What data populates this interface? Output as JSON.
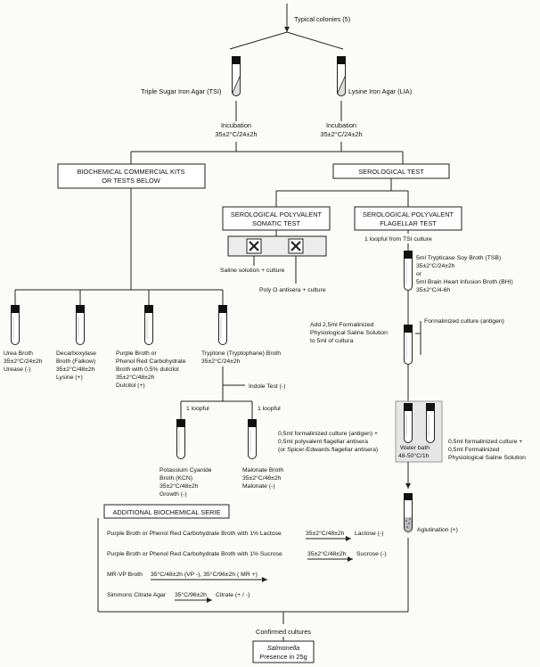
{
  "nodes": {
    "typical_colonies": "Typical colonies (5)",
    "tsi": "Triple Sugar Iron Agar (TSI)",
    "lia": "Lysine Iron Agar (LIA)",
    "inc_tsi_1": "Incubation",
    "inc_tsi_2": "35±2°C/24±2h",
    "inc_lia_1": "Incubation",
    "inc_lia_2": "35±2°C/24±2h",
    "biochem_1": "BIOCHEMICAL COMMERCIAL KITS",
    "biochem_2": "OR TESTS BELOW",
    "sero": "SEROLOGICAL TEST",
    "somatic_1": "SEROLOGICAL POLYVALENT",
    "somatic_2": "SOMATIC TEST",
    "flag_1": "SEROLOGICAL POLYVALENT",
    "flag_2": "FLAGELLAR TEST",
    "saline_culture": "Saline solution + culture",
    "polyo": "Poly O antisera + culture",
    "loopful_tsi": "1 loopful from TSI culture",
    "tsb_1": "5ml Trypticase Soy Broth (TSB)",
    "tsb_2": "35±2°C/24±2h",
    "tsb_3": "or",
    "tsb_4": "5ml Brain Heart Infusion Broth (BHI)",
    "tsb_5": "35±2°C/4-6h",
    "formal_1": "Add 2,5ml Formalinized",
    "formal_2": "Physiological Saline Solution",
    "formal_3": "to 5ml of cultura",
    "formal_culture": "Formalinized culture (antigen)",
    "urea_1": "Urea Broth",
    "urea_2": "35±2°C/24±2h",
    "urea_3": "Urease (-)",
    "decarb_1": "Decarboxylase",
    "decarb_2": "Broth (Falkow)",
    "decarb_3": "35±2°C/48±2h",
    "decarb_4": "Lysine (+)",
    "purple_1": "Purple Broth or",
    "purple_2": "Phenol Red Carbohydrate",
    "purple_3": "Broth with 0,5% dulcitol",
    "purple_4": "35±2°C/48±2h",
    "purple_5": "Dulcitol (+)",
    "tryp_1": "Tryptone (Tryptophane) Broth",
    "tryp_2": "35±2°C/24±2h",
    "indole": "Indole Test (-)",
    "loopful_a": "1 loopful",
    "loopful_b": "1 loopful",
    "kcn_1": "Potassium Cyanide",
    "kcn_2": "Broth (KCN)",
    "kcn_3": "35±2°C/48±2h",
    "kcn_4": "Growth (-)",
    "malo_1": "Malonate Broth",
    "malo_2": "35±2°C/48±2h",
    "malo_3": "Malonate (-)",
    "flag_mix_1": "0,5ml formalinized culture (antigen) +",
    "flag_mix_2": "0,5ml polyvalent flagellar antisera",
    "flag_mix_3": "(or Spicer-Edwards flagellar antisera)",
    "bath_1": "Water bath",
    "bath_2": "48-50°C/1h",
    "ctrl_1": "0,5ml formalinized culture +",
    "ctrl_2": "0,5ml Formalinized",
    "ctrl_3": "Physiological Saline Solution",
    "aglut": "Aglutination (+)",
    "additional": "ADDITIONAL BIOCHEMICAL SERIE",
    "lactose_a": "Purple Broth or Phenol Red Carbohydrate Broth with 1% Lactose",
    "lactose_b": "35±2°C/48±2h",
    "lactose_c": "Lactose (-)",
    "sucrose_a": "Purple Broth or Phenol Red Carbohydrate Broth with 1% Sucrose",
    "sucrose_b": "35±2°C/48±2h",
    "sucrose_c": "Sucrose (-)",
    "mrvp_a": "MR-VP Broth",
    "mrvp_b": "35°C/48±2h (VP -), 35°C/96±2h  ( MR +)",
    "simmons_a": "Simmons Citrate Agar",
    "simmons_b": "35°C/96±2h",
    "simmons_c": "Citrate (+ / -)",
    "confirmed": "Confirmed cultures",
    "salmonella": "Salmonella",
    "presence": "Presence in 25g"
  }
}
